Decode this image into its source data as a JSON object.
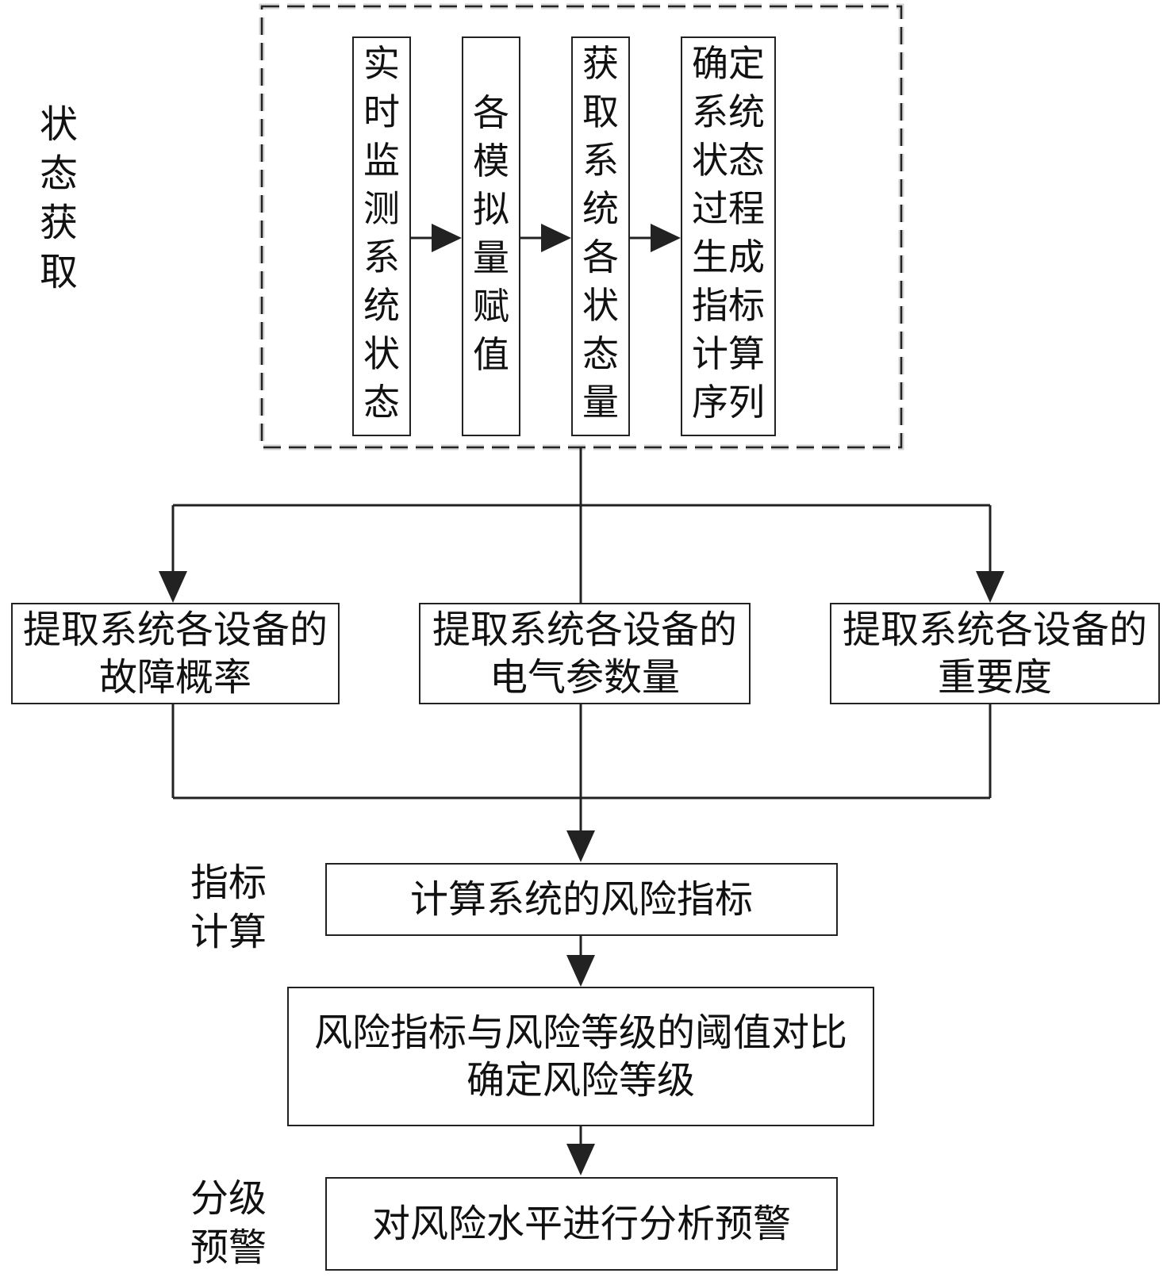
{
  "stages": {
    "state": "状态获取",
    "index": "指标计算",
    "warning": "分级预警"
  },
  "top_group": {
    "box1": "实时监测系统状态",
    "box2": "各模拟量赋值",
    "box3": "获取系统各状态量",
    "box4": "确定系统状态过程生成指标计算序列"
  },
  "extract": {
    "fault": {
      "line1": "提取系统各设备的",
      "line2": "故障概率"
    },
    "electric": {
      "line1": "提取系统各设备的",
      "line2": "电气参数量"
    },
    "importance": {
      "line1": "提取系统各设备的",
      "line2": "重要度"
    }
  },
  "calc_risk": "计算系统的风险指标",
  "compare": {
    "line1": "风险指标与风险等级的阈值对比",
    "line2": "确定风险等级"
  },
  "analyze": "对风险水平进行分析预警"
}
